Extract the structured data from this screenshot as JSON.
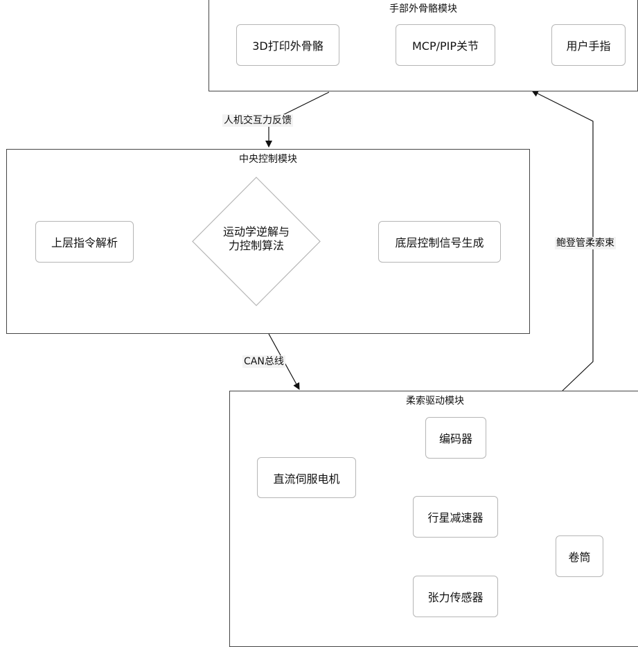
{
  "modules": {
    "hand": {
      "title": "手部外骨骼模块",
      "nodes": {
        "print3d": "3D打印外骨骼",
        "joint": "MCP/PIP关节",
        "finger": "用户手指"
      }
    },
    "central": {
      "title": "中央控制模块",
      "nodes": {
        "parse": "上层指令解析",
        "algo_line1": "运动学逆解与",
        "algo_line2": "力控制算法",
        "lowlevel": "底层控制信号生成"
      }
    },
    "cable": {
      "title": "柔索驱动模块",
      "nodes": {
        "motor": "直流伺服电机",
        "encoder": "编码器",
        "reducer": "行星减速器",
        "drum": "卷筒",
        "sensor": "张力传感器"
      }
    }
  },
  "edge_labels": {
    "feedback": "人机交互力反馈",
    "can": "CAN总线",
    "bowden": "鲍登管柔索束"
  },
  "colors": {
    "stroke": "#111111",
    "border": "#b5b5b5",
    "label_bg": "#f3f3f3"
  }
}
